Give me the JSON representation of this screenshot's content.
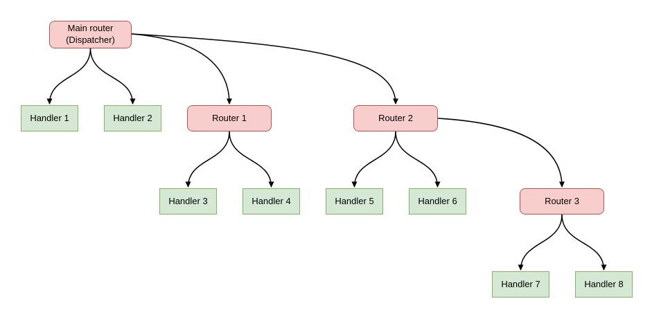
{
  "diagram": {
    "type": "tree",
    "background": "#ffffff",
    "colors": {
      "router_fill": "#f8cecc",
      "router_border": "#b85450",
      "handler_fill": "#d5e8d4",
      "handler_border": "#82b366",
      "edge": "#000000",
      "text": "#000000"
    },
    "nodes": {
      "main": {
        "line1": "Main router",
        "line2": "(Dispatcher)",
        "kind": "router"
      },
      "h1": {
        "label": "Handler 1",
        "kind": "handler"
      },
      "h2": {
        "label": "Handler 2",
        "kind": "handler"
      },
      "r1": {
        "label": "Router 1",
        "kind": "router"
      },
      "r2": {
        "label": "Router 2",
        "kind": "router"
      },
      "h3": {
        "label": "Handler 3",
        "kind": "handler"
      },
      "h4": {
        "label": "Handler 4",
        "kind": "handler"
      },
      "h5": {
        "label": "Handler 5",
        "kind": "handler"
      },
      "h6": {
        "label": "Handler 6",
        "kind": "handler"
      },
      "r3": {
        "label": "Router 3",
        "kind": "router"
      },
      "h7": {
        "label": "Handler 7",
        "kind": "handler"
      },
      "h8": {
        "label": "Handler 8",
        "kind": "handler"
      }
    },
    "edges": [
      {
        "from": "main",
        "to": "h1"
      },
      {
        "from": "main",
        "to": "h2"
      },
      {
        "from": "main",
        "to": "r1"
      },
      {
        "from": "main",
        "to": "r2"
      },
      {
        "from": "r1",
        "to": "h3"
      },
      {
        "from": "r1",
        "to": "h4"
      },
      {
        "from": "r2",
        "to": "h5"
      },
      {
        "from": "r2",
        "to": "h6"
      },
      {
        "from": "r2",
        "to": "r3"
      },
      {
        "from": "r3",
        "to": "h7"
      },
      {
        "from": "r3",
        "to": "h8"
      }
    ]
  }
}
